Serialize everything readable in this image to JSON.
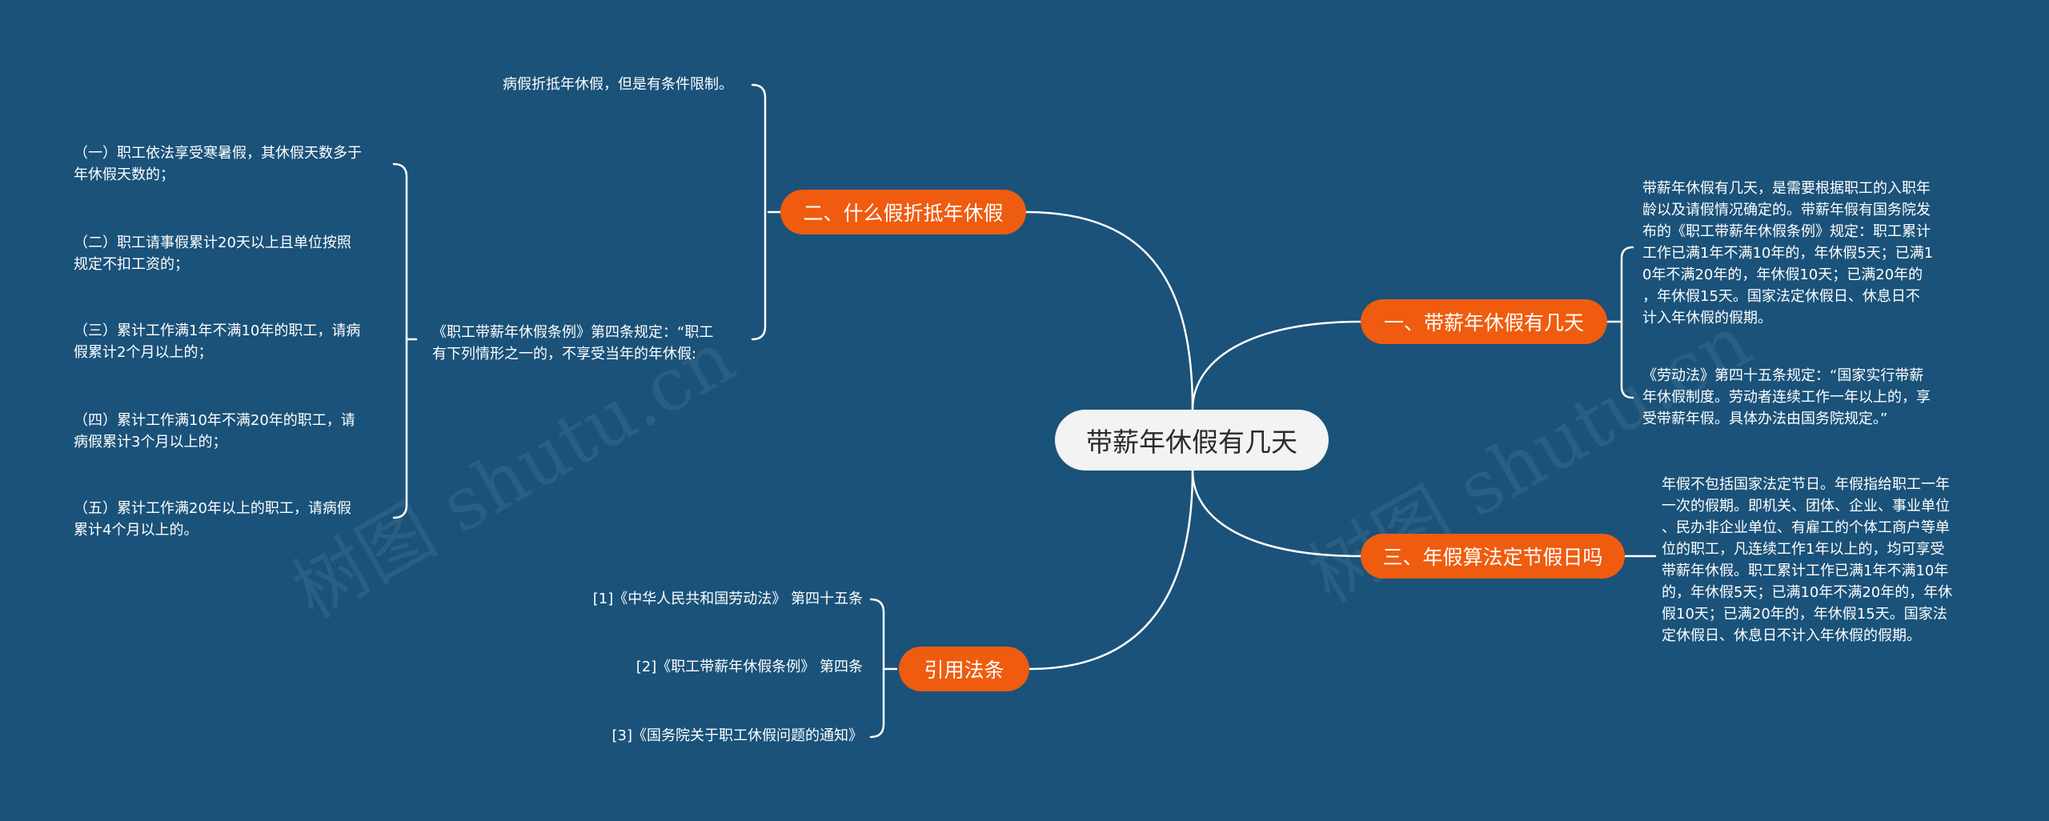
{
  "watermarks": [
    "树图 shutu.cn",
    "树图 shutu.cn"
  ],
  "root": {
    "label": "带薪年休假有几天"
  },
  "branches": {
    "b1": {
      "label": "一、带薪年休假有几天"
    },
    "b2": {
      "label": "二、什么假折抵年休假"
    },
    "b3": {
      "label": "三、年假算法定节假日吗"
    },
    "b4": {
      "label": "引用法条"
    }
  },
  "leaves": {
    "b1_1": "带薪年休假有几天，是需要根据职工的入职年\n龄以及请假情况确定的。带薪年假有国务院发\n布的《职工带薪年休假条例》规定：职工累计\n工作已满1年不满10年的，年休假5天；已满1\n0年不满20年的，年休假10天；已满20年的\n，年休假15天。国家法定休假日、休息日不\n计入年休假的假期。",
    "b1_2": "《劳动法》第四十五条规定：“国家实行带薪\n年休假制度。劳动者连续工作一年以上的，享\n受带薪年假。具体办法由国务院规定。”",
    "b2_1": "病假折抵年休假，但是有条件限制。",
    "b2_2": "《职工带薪年休假条例》第四条规定：“职工\n有下列情形之一的，不享受当年的年休假:",
    "b2_2_1": "（一）职工依法享受寒暑假，其休假天数多于\n年休假天数的；",
    "b2_2_2": "（二）职工请事假累计20天以上且单位按照\n规定不扣工资的；",
    "b2_2_3": "（三）累计工作满1年不满10年的职工，请病\n假累计2个月以上的；",
    "b2_2_4": "（四）累计工作满10年不满20年的职工，请\n病假累计3个月以上的；",
    "b2_2_5": "（五）累计工作满20年以上的职工，请病假\n累计4个月以上的。",
    "b3_1": "年假不包括国家法定节日。年假指给职工一年\n一次的假期。即机关、团体、企业、事业单位\n、民办非企业单位、有雇工的个体工商户等单\n位的职工，凡连续工作1年以上的，均可享受\n带薪年休假。职工累计工作已满1年不满10年\n的，年休假5天；已满10年不满20年的，年休\n假10天；已满20年的，年休假15天。国家法\n定休假日、休息日不计入年休假的假期。",
    "b4_1": "[1]《中华人民共和国劳动法》 第四十五条",
    "b4_2": "[2]《职工带薪年休假条例》 第四条",
    "b4_3": "[3]《国务院关于职工休假问题的通知》"
  },
  "colors": {
    "background": "#1a5279",
    "branch": "#ef5c0f",
    "root": "#f3f3f3",
    "line": "#ffffff"
  }
}
